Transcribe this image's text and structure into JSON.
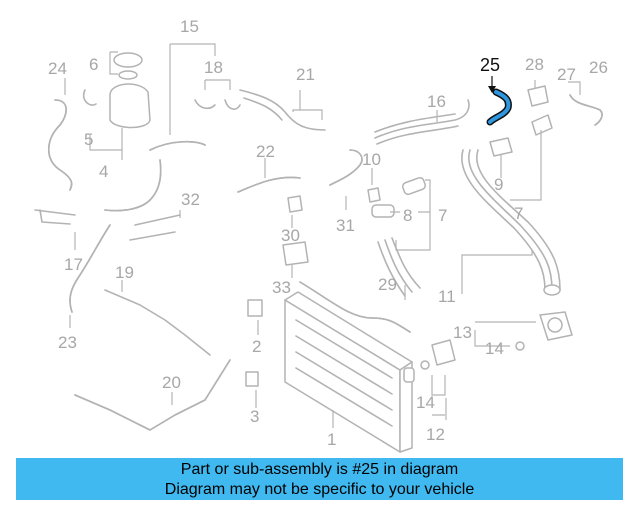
{
  "callouts": {
    "c1": "1",
    "c2": "2",
    "c3": "3",
    "c4": "4",
    "c5": "5",
    "c6": "6",
    "c7a": "7",
    "c7b": "7",
    "c8": "8",
    "c9": "9",
    "c10": "10",
    "c11": "11",
    "c12": "12",
    "c13": "13",
    "c14a": "14",
    "c14b": "14",
    "c15": "15",
    "c16": "16",
    "c17": "17",
    "c18": "18",
    "c19": "19",
    "c20": "20",
    "c21": "21",
    "c22": "22",
    "c23": "23",
    "c24": "24",
    "c25": "25",
    "c26": "26",
    "c27": "27",
    "c28": "28",
    "c29": "29",
    "c30": "30",
    "c31": "31",
    "c32": "32",
    "c33": "33"
  },
  "highlight": {
    "part_number": "25",
    "color": "#2e97e0"
  },
  "banner": {
    "line1": "Part or sub-assembly is #25 in diagram",
    "line2": "Diagram may not be specific to your vehicle",
    "background": "#3fb9f0"
  }
}
